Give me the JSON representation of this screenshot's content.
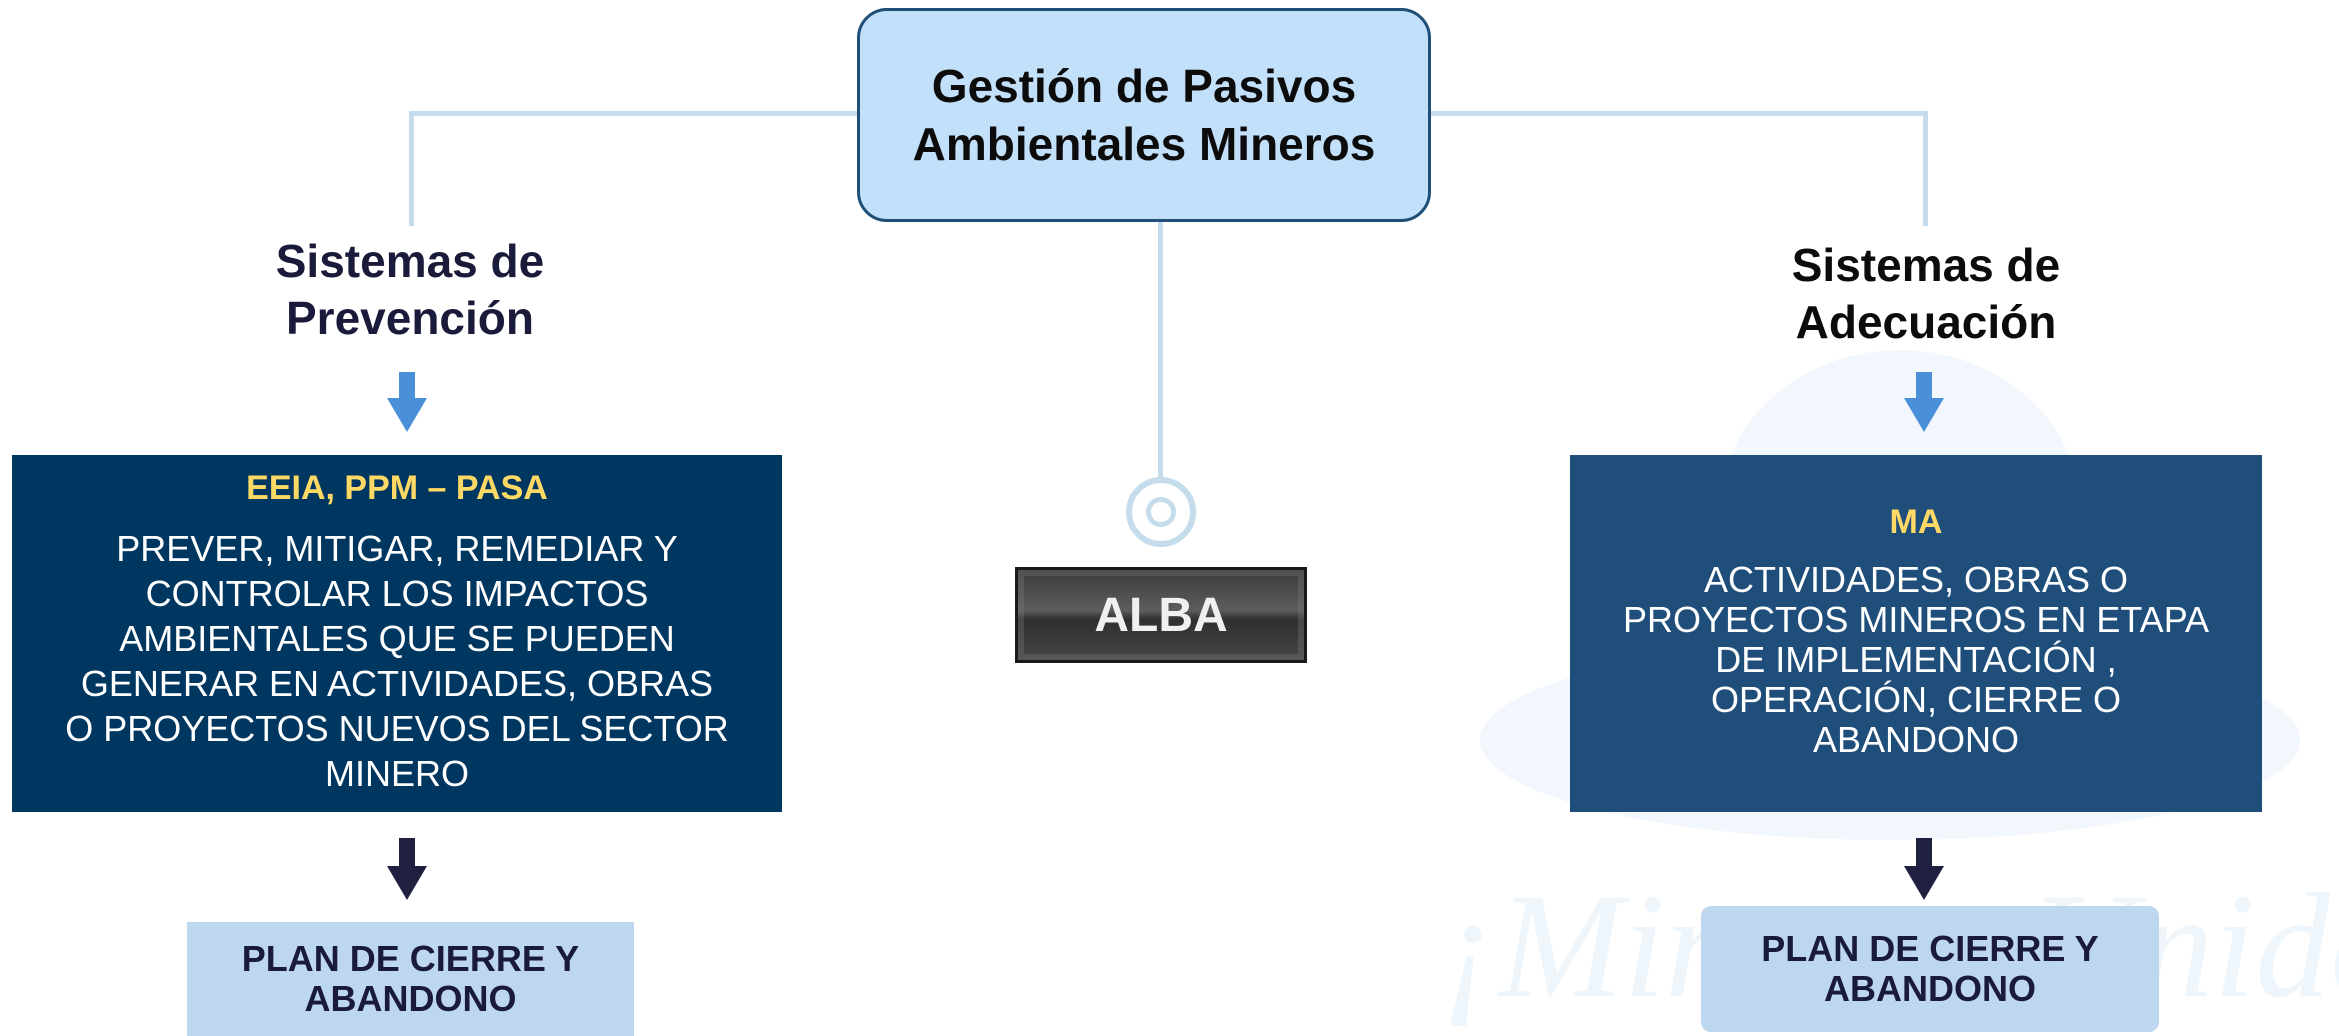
{
  "root": {
    "line1": "Gestión de Pasivos",
    "line2": "Ambientales Mineros"
  },
  "left": {
    "title_line1": "Sistemas de",
    "title_line2": "Prevención",
    "box": {
      "heading": "EEIA, PPM – PASA",
      "lines": [
        "PREVER, MITIGAR, REMEDIAR Y",
        "CONTROLAR LOS IMPACTOS",
        "AMBIENTALES QUE SE PUEDEN",
        "GENERAR EN ACTIVIDADES, OBRAS",
        "O PROYECTOS NUEVOS DEL SECTOR",
        "MINERO"
      ]
    },
    "plan": {
      "line1": "PLAN DE CIERRE Y",
      "line2": "ABANDONO"
    }
  },
  "center": {
    "label": "ALBA"
  },
  "right": {
    "title_line1": "Sistemas de",
    "title_line2": "Adecuación",
    "box": {
      "heading": "MA",
      "lines": [
        "ACTIVIDADES, OBRAS O",
        "PROYECTOS MINEROS EN ETAPA",
        "DE IMPLEMENTACIÓN ,",
        "OPERACIÓN, CIERRE O",
        "ABANDONO"
      ]
    },
    "plan": {
      "line1": "PLAN DE CIERRE Y",
      "line2": "ABANDONO"
    }
  },
  "watermark": {
    "text": "¡Mineros Unidos!"
  },
  "colors": {
    "root_fill": "#c3e0fa",
    "root_border": "#1f4e79",
    "left_box": "#003761",
    "right_box": "#1f4e7a",
    "heading_yellow": "#ffd966",
    "plan_fill": "#bdd7ee",
    "connector": "#c5dcec",
    "arrow_blue": "#4a90d9",
    "arrow_dark": "#1f2040"
  }
}
